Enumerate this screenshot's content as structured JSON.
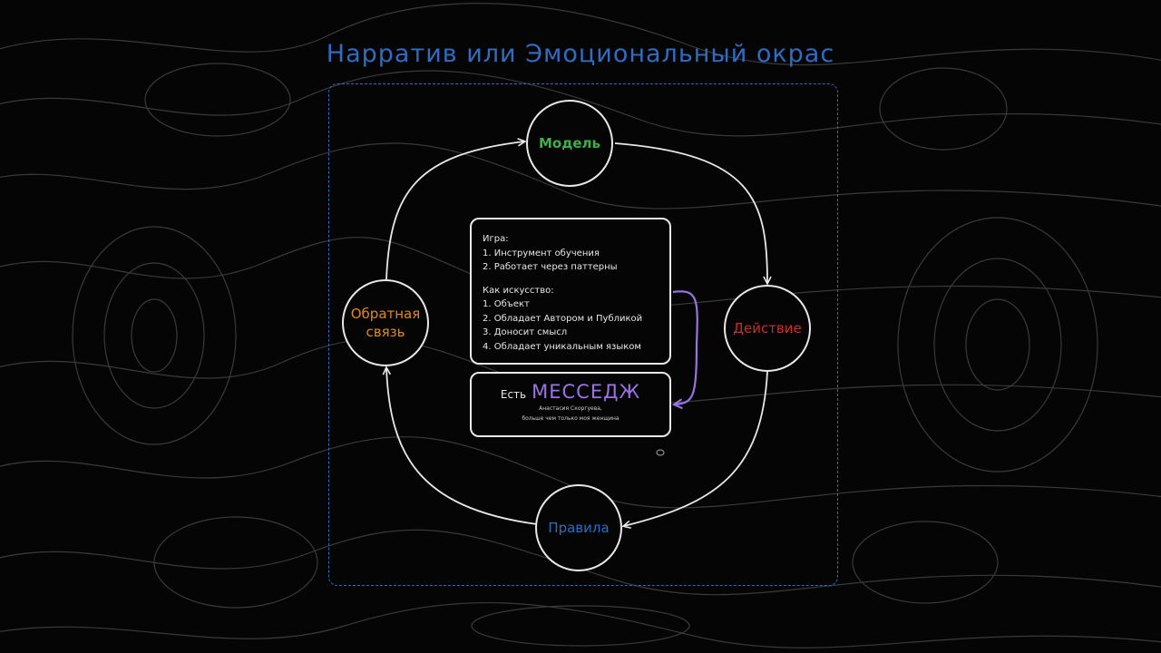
{
  "title": "Нарратив или Эмоциональный окрас",
  "nodes": {
    "model": "Модель",
    "action": "Действие",
    "rules": "Правила",
    "feedback_line1": "Обратная",
    "feedback_line2": "связь"
  },
  "info_box": {
    "game_heading": "Игра:",
    "game_items": [
      "1. Инструмент обучения",
      "2. Работает через паттерны"
    ],
    "art_heading": "Как искусство:",
    "art_items": [
      "1. Объект",
      "2. Обладает Автором и Публикой",
      "3. Доносит смысл",
      "4. Обладает уникальным языком"
    ]
  },
  "message_box": {
    "prefix": "Есть",
    "word": "МЕССЕДЖ",
    "caption_line1": "Анастасия Скоргуева,",
    "caption_line2": "больше чем только моя женщина"
  },
  "colors": {
    "title": "#2f6cc2",
    "model": "#3fae4a",
    "action": "#d12a2a",
    "rules": "#2f6cc2",
    "feedback": "#e08a12",
    "message": "#9b73e6",
    "line": "#e8e8e8"
  }
}
